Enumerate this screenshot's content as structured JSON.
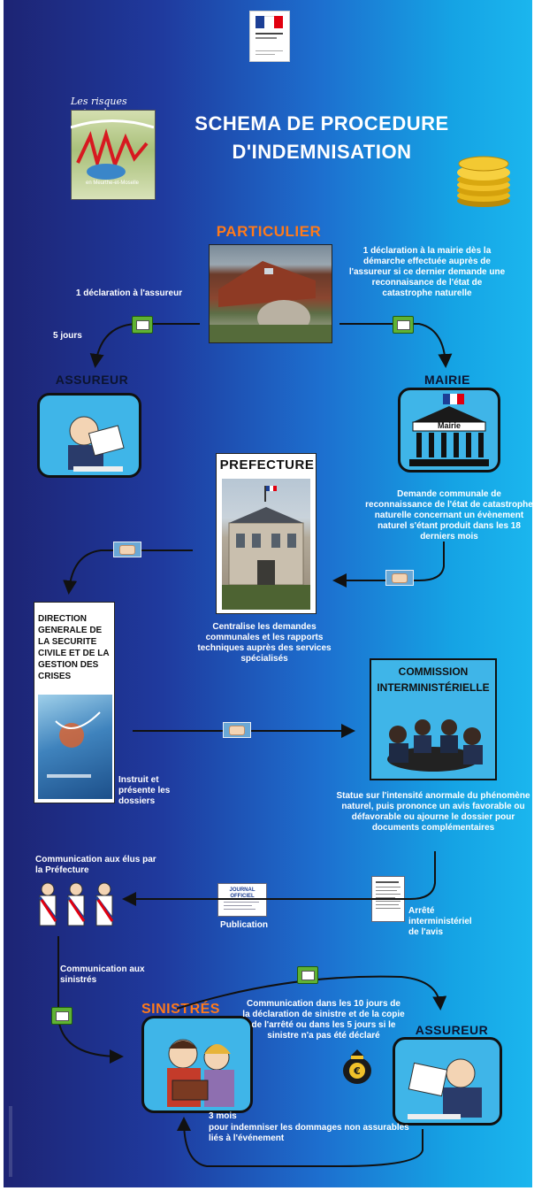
{
  "title_line1": "SCHEMA DE PROCEDURE",
  "title_line2": "D'INDEMNISATION",
  "logo": {
    "script_text": "Les risques naturels",
    "sub_text": "en Meurthe-et-Moselle"
  },
  "particulier": {
    "label": "PARTICULIER"
  },
  "note_particulier_mairie": "1 déclaration à la mairie dès la démarche effectuée auprès de l'assureur si ce dernier demande une reconnaisance de l'état de catastrophe naturelle",
  "note_declaration_assureur": "1 déclaration à l'assureur",
  "note_5_jours": "5 jours",
  "assureur_top": {
    "label": "ASSUREUR"
  },
  "mairie": {
    "label": "MAIRIE",
    "building_sign": "Mairie"
  },
  "prefecture": {
    "label": "PREFECTURE"
  },
  "note_demande_communale": "Demande communale de reconnaissance de l'état de catastrophe naturelle concernant un évènement naturel s'étant produit dans les 18 derniers mois",
  "note_centralise": "Centralise les demandes communales et les rapports techniques auprès des services spécialisés",
  "dgscgc": {
    "label": "DIRECTION GENERALE DE LA SECURITE CIVILE ET DE LA GESTION DES CRISES"
  },
  "note_instruit": "Instruit et présente les dossiers",
  "commission": {
    "label_line1": "COMMISSION",
    "label_line2": "INTERMINISTÉRIELLE"
  },
  "note_statue": "Statue sur l'intensité anormale du phénomène naturel, puis prononce un avis favorable ou défavorable ou ajourne le dossier pour documents complémentaires",
  "note_communication_elus": "Communication aux élus par la Préfecture",
  "journal": {
    "line1": "JOURNAL",
    "line2": "OFFICIEL"
  },
  "note_publication": "Publication",
  "note_arrete": "Arrêté interministériel de l'avis",
  "note_communication_sinistres": "Communication aux sinistrés",
  "sinistres": {
    "label": "SINISTRÉS"
  },
  "note_communication_10_jours": "Communication dans les 10 jours de la déclaration de sinistre et de la copie de l'arrêté ou dans les 5 jours si le sinistre n'a pas été déclaré",
  "assureur_bottom": {
    "label": "ASSUREUR"
  },
  "note_3_mois_line1": "3 mois",
  "note_3_mois_line2": "pour indemniser les dommages non assurables liés à l'événement",
  "colors": {
    "accent_orange": "#ff7a1a",
    "envelope_green": "#5fb233",
    "tv_cyan": "#3fb5e8"
  }
}
